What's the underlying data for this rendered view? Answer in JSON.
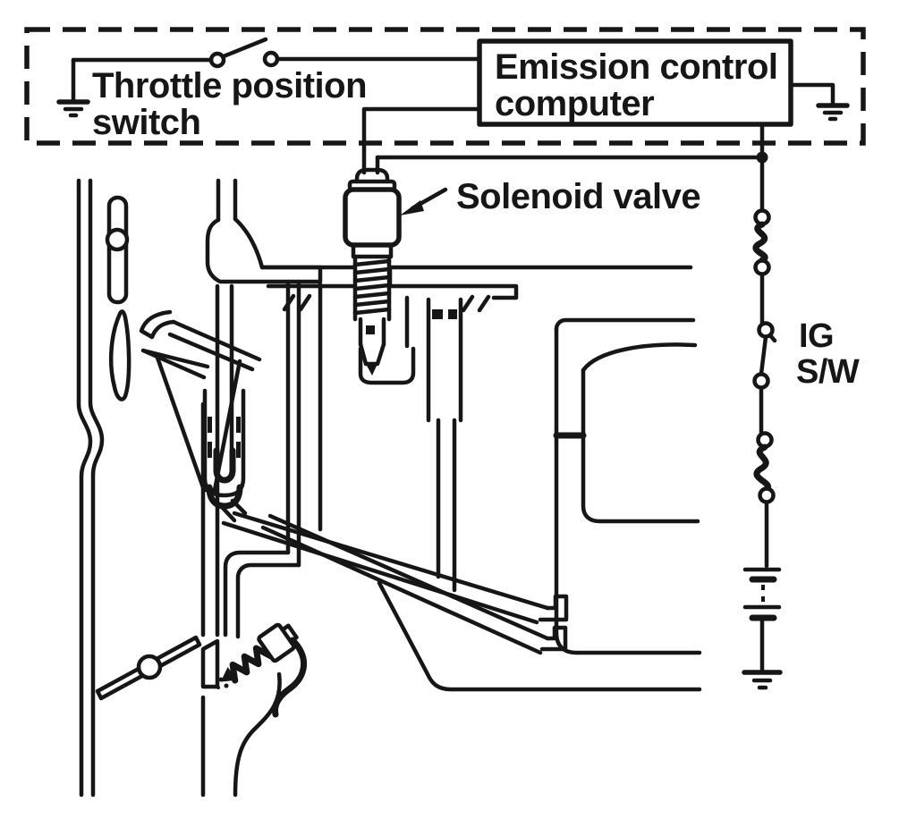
{
  "diagram": {
    "labels": {
      "throttle_switch": {
        "line1": "Throttle position",
        "line2": "switch"
      },
      "computer": {
        "line1": "Emission control",
        "line2": "computer"
      },
      "solenoid": "Solenoid valve",
      "ignition_switch": {
        "line1": "IG",
        "line2": "S/W"
      }
    },
    "symbols": [
      "ground-symbol",
      "switch-contact-symbol",
      "fuse-symbol",
      "battery-symbol",
      "junction-dot",
      "solenoid-valve",
      "carburetor-cross-section",
      "throttle-valve",
      "choke-valve",
      "idle-mixture-screw",
      "float",
      "emulsion-tube"
    ],
    "colors": {
      "ink": "#161616",
      "paper": "#ffffff"
    }
  }
}
